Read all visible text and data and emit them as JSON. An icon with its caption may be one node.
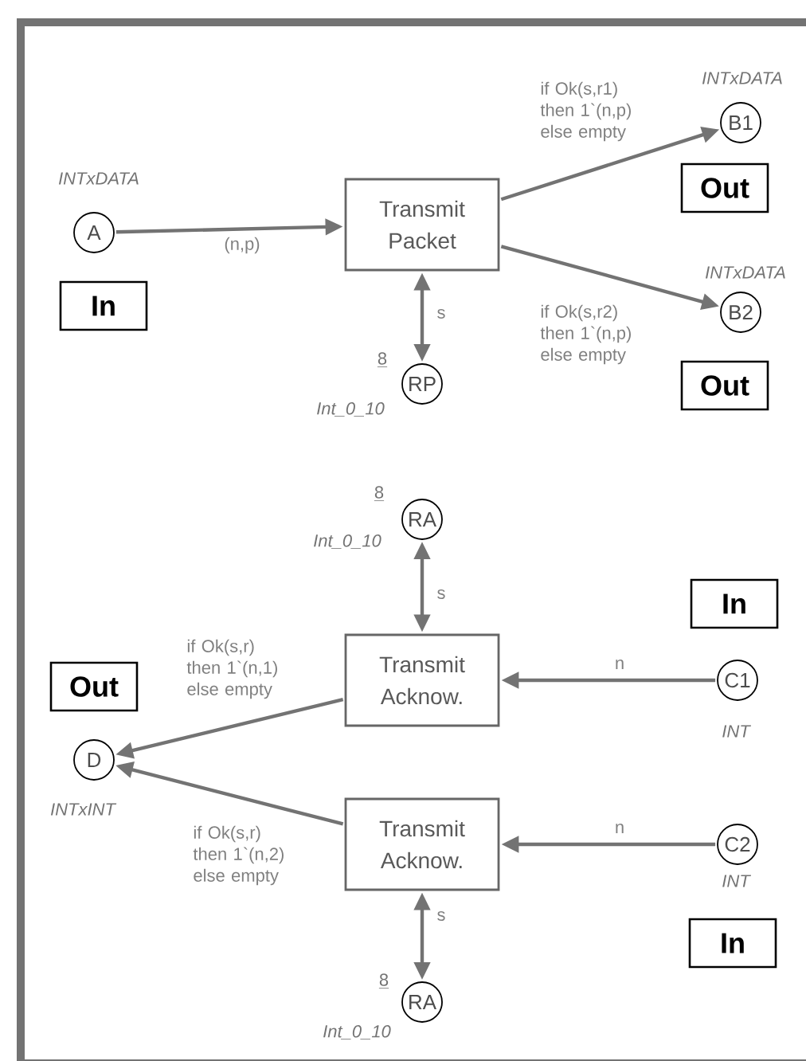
{
  "diagram": {
    "nodes": [
      {
        "text": [
          "A"
        ],
        "beside": [
          "INTxDATA"
        ]
      },
      {
        "text": [
          "In"
        ]
      },
      {
        "text": [
          "Transmit Packet"
        ]
      },
      {
        "text": [
          "B1"
        ],
        "beside": [
          "INTxDATA"
        ]
      },
      {
        "text": [
          "Out"
        ]
      },
      {
        "text": [
          "B2"
        ],
        "beside": [
          "INTxDATA"
        ]
      },
      {
        "text": [
          "Out"
        ]
      },
      {
        "text": [
          "RP"
        ],
        "beside": [
          "8",
          "Int_0_10"
        ]
      },
      {
        "text": [
          "RA"
        ],
        "beside": [
          "8",
          "Int_0_10"
        ]
      },
      {
        "text": [
          "In"
        ]
      },
      {
        "text": [
          "Out"
        ]
      },
      {
        "text": [
          "Transmit Acknow."
        ]
      },
      {
        "text": [
          "C1"
        ],
        "beside": [
          "INT"
        ]
      },
      {
        "text": [
          "D"
        ],
        "beside": [
          "INTxINT"
        ]
      },
      {
        "text": [
          "Transmit Acknow."
        ]
      },
      {
        "text": [
          "C2"
        ],
        "beside": [
          "INT"
        ]
      },
      {
        "text": [
          "In"
        ]
      },
      {
        "text": [
          "RA"
        ],
        "beside": [
          "8",
          "Int_0_10"
        ]
      }
    ],
    "edges": [
      {
        "from": 0,
        "to": 2,
        "arrow": "to",
        "label": "(n,p)"
      },
      {
        "from": 2,
        "to": 3,
        "arrow": "to",
        "label": "if Ok(s,r1) then 1`(n,p) else empty"
      },
      {
        "from": 2,
        "to": 5,
        "arrow": "to",
        "label": "if Ok(s,r2) then 1`(n,p) else empty"
      },
      {
        "from": 2,
        "to": 7,
        "arrow": "both",
        "label": "s"
      },
      {
        "from": 8,
        "to": 11,
        "arrow": "both",
        "label": "s"
      },
      {
        "from": 12,
        "to": 11,
        "arrow": "to",
        "label": "n"
      },
      {
        "from": 11,
        "to": 13,
        "arrow": "to",
        "label": "if Ok(s,r) then 1`(n,1) else empty"
      },
      {
        "from": 14,
        "to": 13,
        "arrow": "to",
        "label": "if Ok(s,r) then 1`(n,2) else empty"
      },
      {
        "from": 15,
        "to": 14,
        "arrow": "to",
        "label": "n"
      },
      {
        "from": 14,
        "to": 17,
        "arrow": "both",
        "label": "s"
      }
    ]
  }
}
